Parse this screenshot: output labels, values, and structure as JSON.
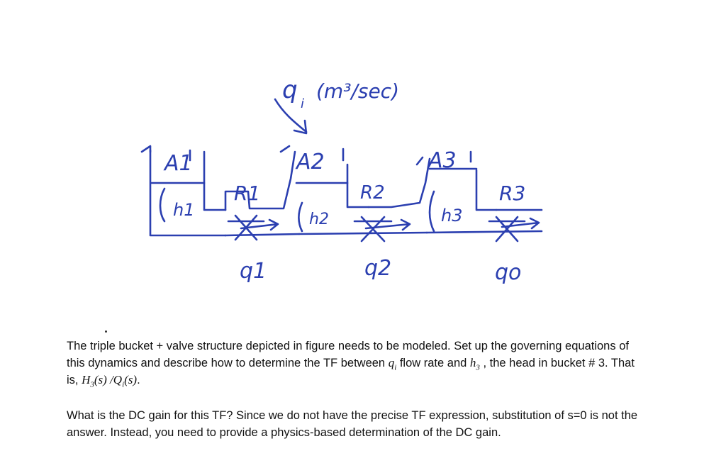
{
  "figure": {
    "inflow_label": "q",
    "inflow_sub": "i",
    "inflow_units": "(m³/sec)",
    "tanks": [
      {
        "area": "A1",
        "head": "h1"
      },
      {
        "area": "A2",
        "head": "h2"
      },
      {
        "area": "A3",
        "head": "h3"
      }
    ],
    "valves": [
      {
        "resistance": "R1",
        "flow": "q1"
      },
      {
        "resistance": "R2",
        "flow": "q2"
      },
      {
        "resistance": "R3",
        "flow": "qo"
      }
    ]
  },
  "paragraph1": {
    "part1": "The triple bucket + valve structure depicted in figure needs to be modeled.  Set up the governing equations of this dynamics and describe how to determine the TF between ",
    "qi_var": "q",
    "qi_sub": "i",
    "part2": " flow rate and ",
    "h3_var": "h",
    "h3_sub": "3",
    "part3": " , the head in bucket # 3.  That is, ",
    "tf_H": "H",
    "tf_H_sub": "3",
    "tf_mid": "(s) /Q",
    "tf_Q_sub": "i",
    "tf_end": "(s)",
    "part4": "."
  },
  "paragraph2": {
    "text": "What is the DC gain for this TF?  Since we do not have the precise TF expression, substitution of s=0 is not the answer.  Instead, you need to provide a physics-based determination of the DC gain."
  }
}
